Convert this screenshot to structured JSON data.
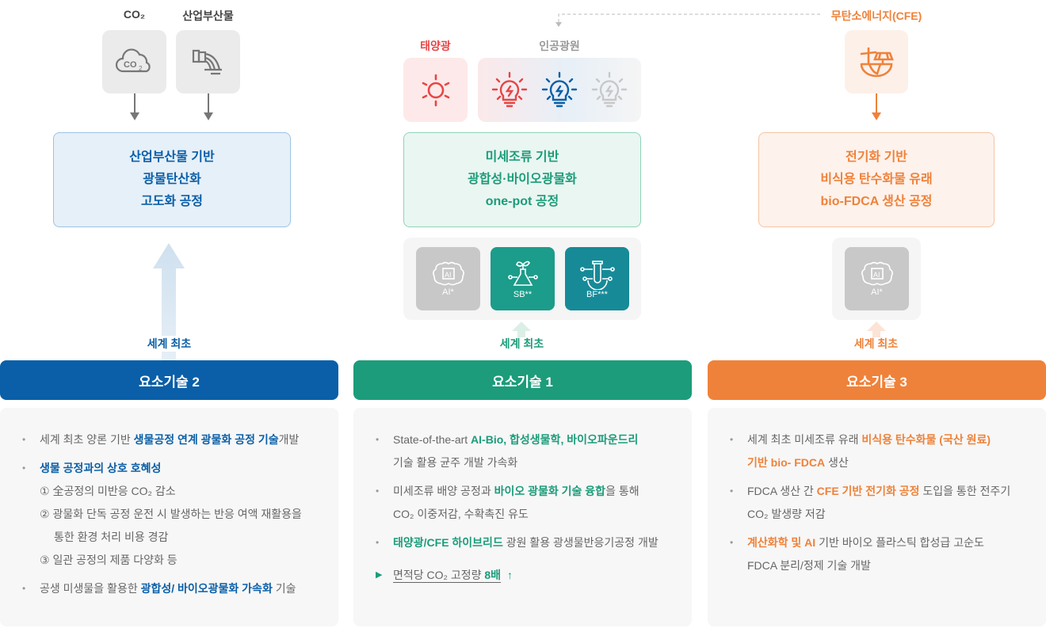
{
  "col1": {
    "inputs": [
      {
        "label": "CO₂",
        "icon": "co2-cloud-icon"
      },
      {
        "label": "산업부산물",
        "icon": "industrial-pipe-icon"
      }
    ],
    "process": [
      "산업부산물 기반",
      "광물탄산화",
      "고도화 공정"
    ],
    "first": "세계 최초",
    "header": "요소기술 2",
    "bullets": {
      "b1_pre": "세계 최초 양론 기반 ",
      "b1_hl": "생물공정 연계 광물화 공정 기술",
      "b1_post": "개발",
      "b2_hl": "생물 공정과의 상호 호혜성",
      "s1": "① 全공정의 미반응 CO₂ 감소",
      "s2a": "② 광물화 단독 공정 운전 시 발생하는 반응 여액 재활용을",
      "s2b": "통한 환경 처리 비용 경감",
      "s3": "③ 일관 공정의 제품 다양화 등",
      "b3_pre": "공생 미생물을 활용한 ",
      "b3_hl": "광합성/ 바이오광물화 가속화",
      "b3_post": " 기술"
    }
  },
  "col2": {
    "solar_label": "태양광",
    "artificial_label": "인공광원",
    "process": [
      "미세조류 기반",
      "광합성·바이오광물화",
      "one-pot 공정"
    ],
    "tiles": [
      "AI*",
      "SB**",
      "BF***"
    ],
    "first": "세계 최초",
    "header": "요소기술 1",
    "bullets": {
      "b1_pre": "State-of-the-art ",
      "b1_hl": "AI-Bio, 합성생물학, 바이오파운드리",
      "b1_post": "기술 활용 균주 개발 가속화",
      "b2_pre": "미세조류 배양 공정과 ",
      "b2_hl": "바이오 광물화 기술 융합",
      "b2_post": "을 통해",
      "b2_line2": "CO₂ 이중저감, 수확촉진 유도",
      "b3_hl": "태양광/CFE 하이브리드",
      "b3_post": " 광원 활용 광생물반응기공정 개발",
      "kpi_pre": "면적당 CO₂ 고정량 ",
      "kpi_hl": "8배"
    }
  },
  "col3": {
    "cfe_label": "무탄소에너지(CFE)",
    "process": [
      "전기화 기반",
      "비식용 탄수화물 유래",
      "bio-FDCA 생산 공정"
    ],
    "tile": "AI*",
    "first": "세계 최초",
    "header": "요소기술 3",
    "bullets": {
      "b1_pre": "세계 최초 미세조류 유래 ",
      "b1_hl": "비식용 탄수화물 (국산 원료)",
      "b1_hl2": "기반 bio- FDCA",
      "b1_post": " 생산",
      "b2_pre": "FDCA 생산 간 ",
      "b2_hl": "CFE 기반 전기화 공정",
      "b2_post": " 도입을 통한 전주기",
      "b2_line2": "CO₂ 발생량 저감",
      "b3_hl": "계산화학 및 AI",
      "b3_post": " 기반 바이오 플라스틱 합성급 고순도",
      "b3_line2": "FDCA 분리/정제 기술 개발"
    }
  },
  "colors": {
    "blue": "#0a5fa8",
    "green": "#1c9c7a",
    "orange": "#ef823a",
    "red": "#e84545"
  }
}
